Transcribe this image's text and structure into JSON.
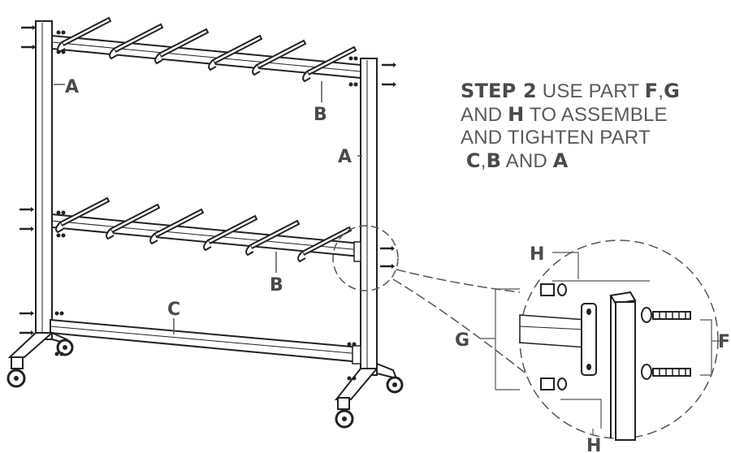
{
  "instruction": {
    "step_title": "STEP 2",
    "text_1": "USE PART",
    "part_f": "F",
    "sep_1": ",",
    "part_g": "G",
    "text_2": "AND",
    "part_h": "H",
    "text_3": "TO ASSEMBLE",
    "text_4": "AND TIGHTEN PART",
    "part_c": "C",
    "sep_2": ",",
    "part_b": "B",
    "text_5": "AND",
    "part_a": "A"
  },
  "labels": {
    "a_left": "A",
    "a_right": "A",
    "b_top": "B",
    "b_middle": "B",
    "c": "C",
    "detail_h_top": "H",
    "detail_h_bottom": "H",
    "detail_g": "G",
    "detail_f": "F"
  },
  "colors": {
    "line": "#222222",
    "label": "#4a4a4a",
    "leader": "#555555"
  }
}
